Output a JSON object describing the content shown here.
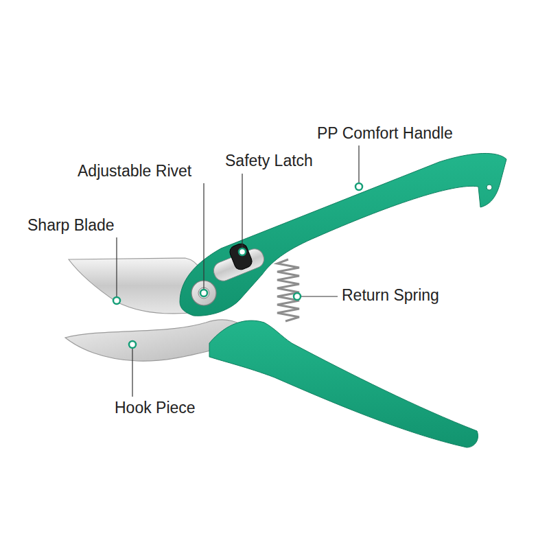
{
  "diagram": {
    "labels": [
      "PP Comfort Handle",
      "Safety Latch",
      "Adjustable Rivet",
      "Sharp Blade",
      "Return Spring",
      "Hook Piece"
    ]
  }
}
